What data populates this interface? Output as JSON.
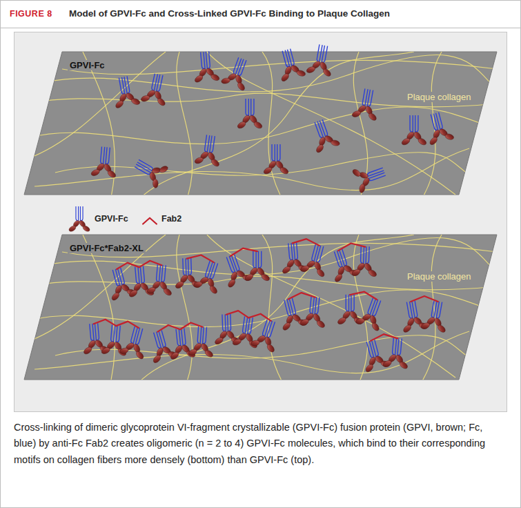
{
  "diagram": {
    "title": "Model of GPVI-Fc and Cross-Linked GPVI-Fc Binding to Plaque Collagen",
    "caption": "Cross-linking of dimeric glycoprotein VI-fragment crystallizable (GPVI-Fc) fusion protein (GPVI, brown; Fc, blue) by anti-Fc Fab2 creates oligomeric (n = 2 to 4) GPVI-Fc molecules, which bind to their corresponding motifs on collagen fibers more densely (bottom) than GPVI-Fc (top).",
    "nodes": [
      {
        "text": [
          "GPVI-Fc",
          "Plaque collagen"
        ]
      },
      {
        "text": [
          "GPVI-Fc*Fab2-XL",
          "Plaque collagen"
        ]
      }
    ],
    "labels": [
      "FIGURE 8"
    ],
    "legend": [
      {
        "text": "GPVI-Fc"
      },
      {
        "text": "Fab2"
      }
    ]
  }
}
